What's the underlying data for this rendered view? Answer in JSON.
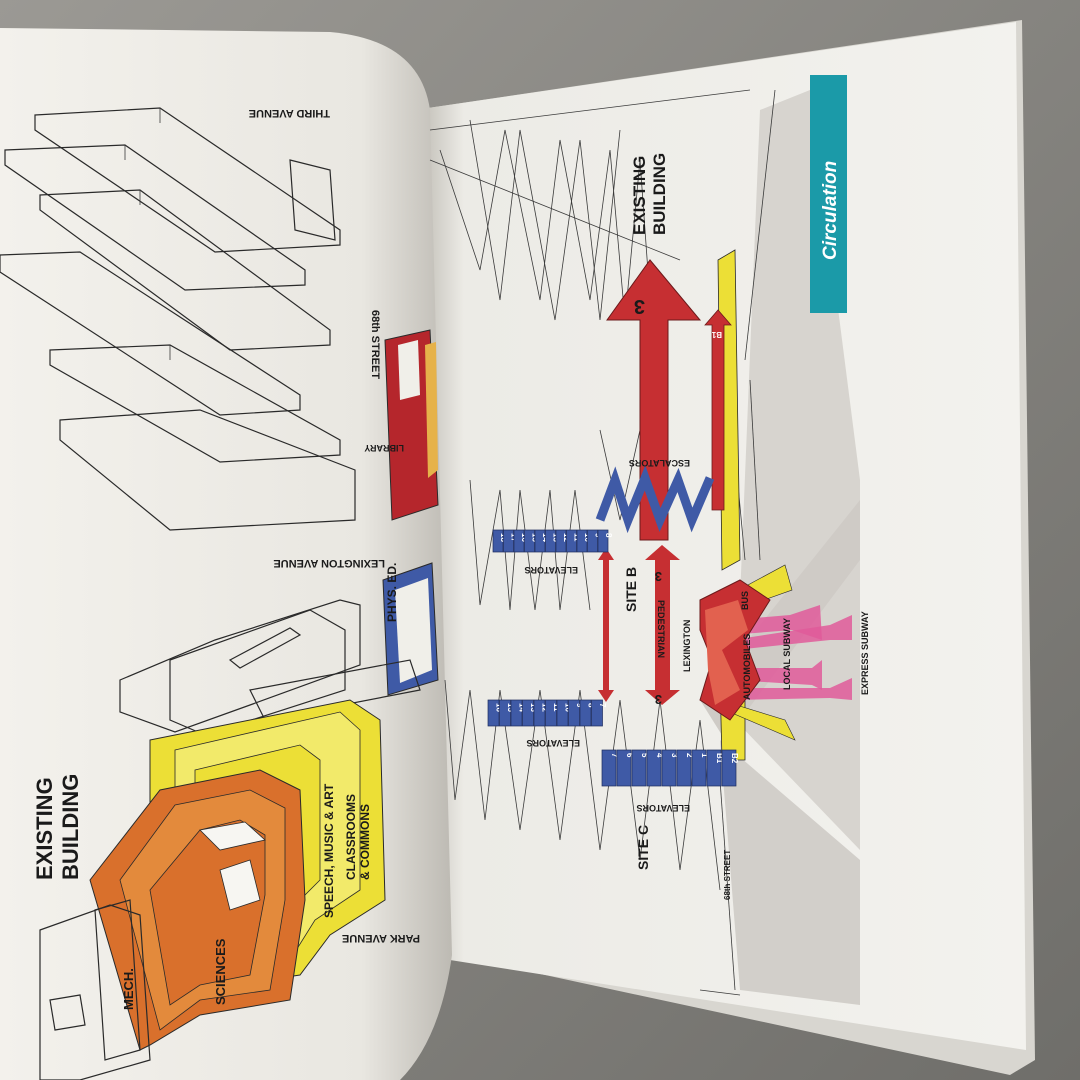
{
  "left_page": {
    "street_top": "THIRD AVENUE",
    "street_68": "68th STREET",
    "street_lex": "LEXINGTON AVENUE",
    "street_park": "PARK AVENUE",
    "existing_building": [
      "EXISTING",
      "BUILDING"
    ],
    "library": "LIBRARY",
    "phys_ed": "PHYS. ED.",
    "speech_music_art": "SPEECH, MUSIC & ART",
    "classrooms_commons": [
      "CLASSROOMS",
      "& COMMONS"
    ],
    "sciences": "SCIENCES",
    "mech": "MECH."
  },
  "right_page": {
    "title": "Circulation",
    "existing_building": [
      "EXISTING",
      "BUILDING"
    ],
    "escalators": "ESCALATORS",
    "elevators": "ELEVATORS",
    "site_b": "SITE B",
    "site_c": "SITE C",
    "pedestrian": "PEDESTRIAN",
    "lexington": "LEXINGTON",
    "automobiles": "AUTOMOBILES",
    "bus": "BUS",
    "local_subway": "LOCAL SUBWAY",
    "express_subway": "EXPRESS SUBWAY",
    "street_68": "68th STREET",
    "arrow_number": "3",
    "floor_b1": "B1",
    "floor_b2": "B2",
    "elevator_stack_b": [
      "18",
      "17",
      "16",
      "15",
      "14",
      "13",
      "12",
      "11",
      "10",
      "9",
      "8"
    ],
    "elevator_stack_c": [
      "16",
      "15",
      "14",
      "13",
      "12",
      "11",
      "10",
      "9",
      "8",
      "7"
    ],
    "elevator_stack_low": [
      "7",
      "6",
      "5",
      "4",
      "3",
      "2",
      "1",
      "B1",
      "B2"
    ]
  },
  "colors": {
    "background": "#8c8a86",
    "paper": "#f1efe9",
    "red": "#c62f32",
    "blue": "#3f5aa6",
    "yellow": "#ecdf36",
    "orange": "#d9702c",
    "pink": "#e15a9a",
    "teal": "#1b9aa8"
  }
}
